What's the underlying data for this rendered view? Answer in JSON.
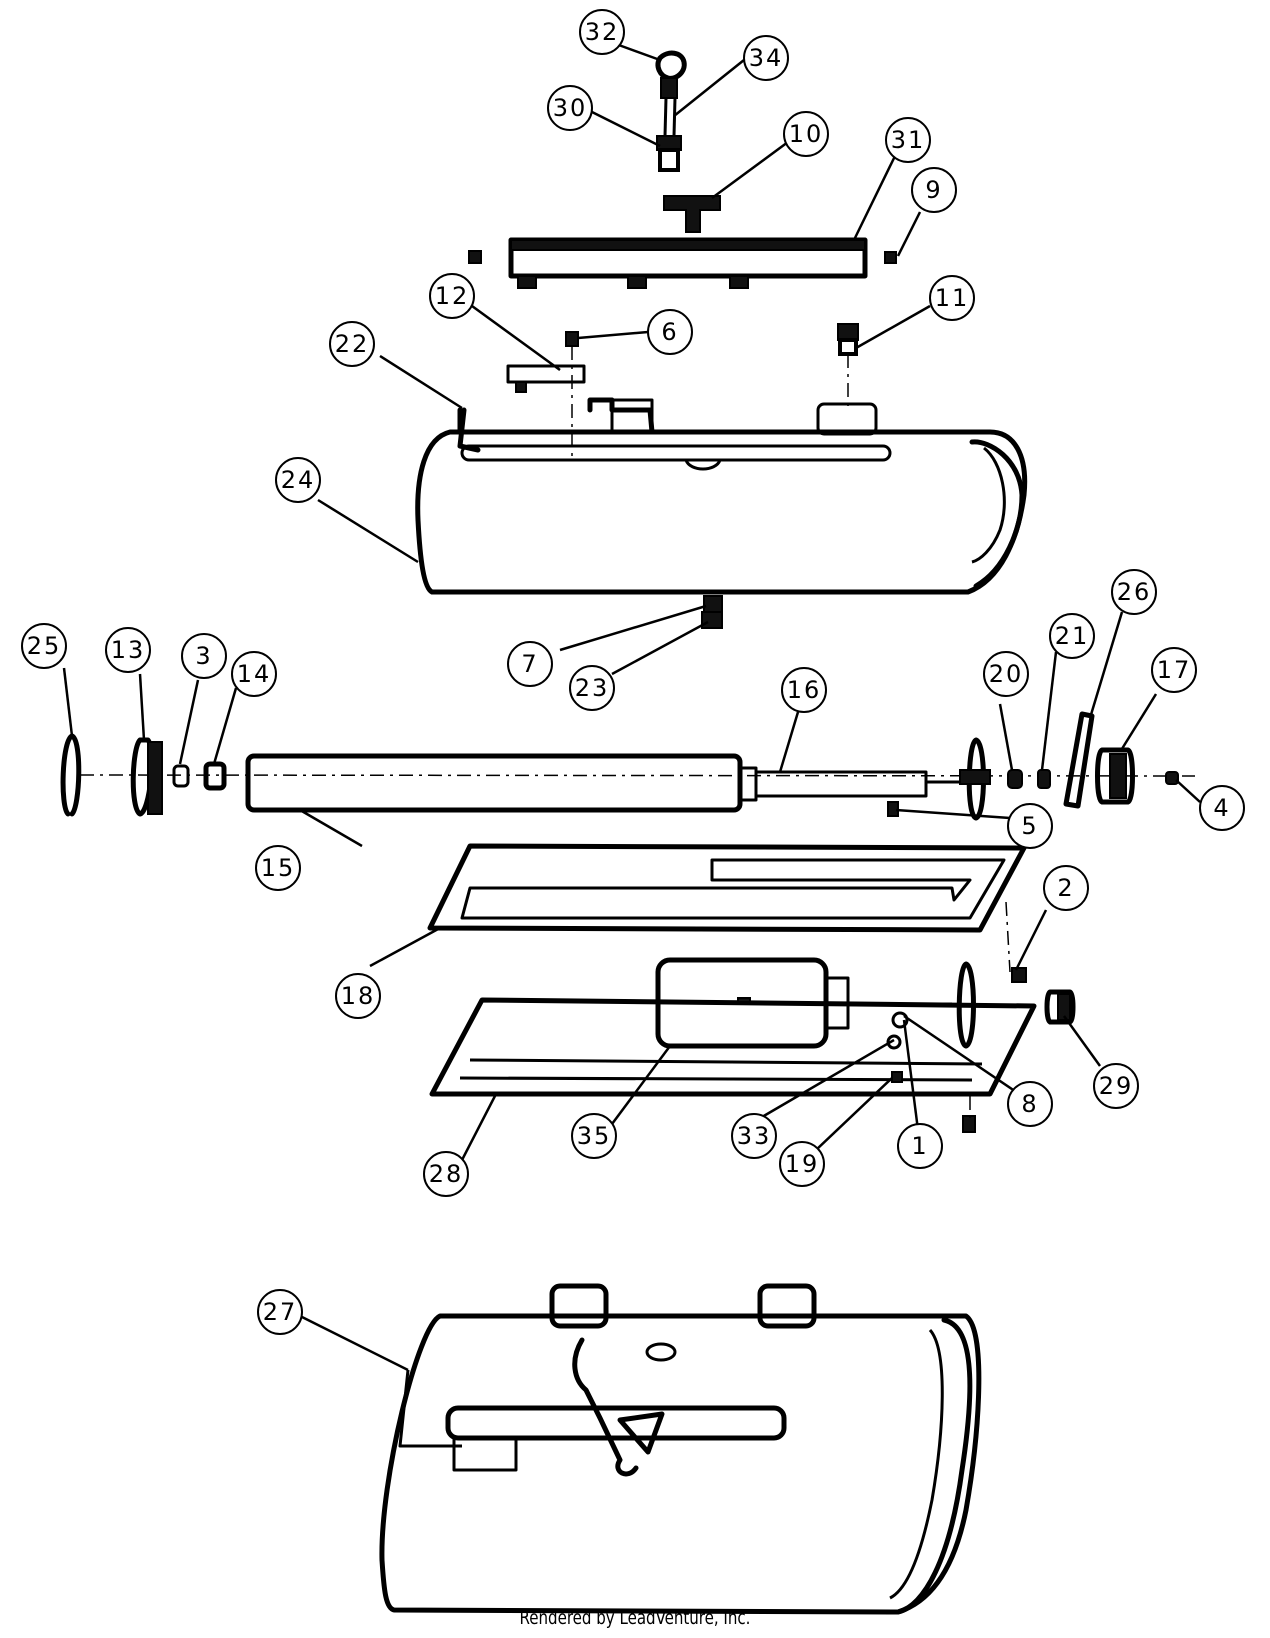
{
  "callouts": [
    {
      "id": "c32",
      "label": "32"
    },
    {
      "id": "c34",
      "label": "34"
    },
    {
      "id": "c30",
      "label": "30"
    },
    {
      "id": "c10",
      "label": "10"
    },
    {
      "id": "c31",
      "label": "31"
    },
    {
      "id": "c9",
      "label": "9"
    },
    {
      "id": "c12",
      "label": "12"
    },
    {
      "id": "c6",
      "label": "6"
    },
    {
      "id": "c11",
      "label": "11"
    },
    {
      "id": "c22",
      "label": "22"
    },
    {
      "id": "c24",
      "label": "24"
    },
    {
      "id": "c26",
      "label": "26"
    },
    {
      "id": "c25",
      "label": "25"
    },
    {
      "id": "c13",
      "label": "13"
    },
    {
      "id": "c3",
      "label": "3"
    },
    {
      "id": "c14",
      "label": "14"
    },
    {
      "id": "c7",
      "label": "7"
    },
    {
      "id": "c23",
      "label": "23"
    },
    {
      "id": "c16",
      "label": "16"
    },
    {
      "id": "c20",
      "label": "20"
    },
    {
      "id": "c21",
      "label": "21"
    },
    {
      "id": "c17",
      "label": "17"
    },
    {
      "id": "c4",
      "label": "4"
    },
    {
      "id": "c5",
      "label": "5"
    },
    {
      "id": "c15",
      "label": "15"
    },
    {
      "id": "c2",
      "label": "2"
    },
    {
      "id": "c18",
      "label": "18"
    },
    {
      "id": "c29",
      "label": "29"
    },
    {
      "id": "c8",
      "label": "8"
    },
    {
      "id": "c35",
      "label": "35"
    },
    {
      "id": "c33",
      "label": "33"
    },
    {
      "id": "c1",
      "label": "1"
    },
    {
      "id": "c19",
      "label": "19"
    },
    {
      "id": "c28",
      "label": "28"
    },
    {
      "id": "c27",
      "label": "27"
    }
  ],
  "footer": {
    "text": "Rendered by LeadVenture, Inc."
  }
}
